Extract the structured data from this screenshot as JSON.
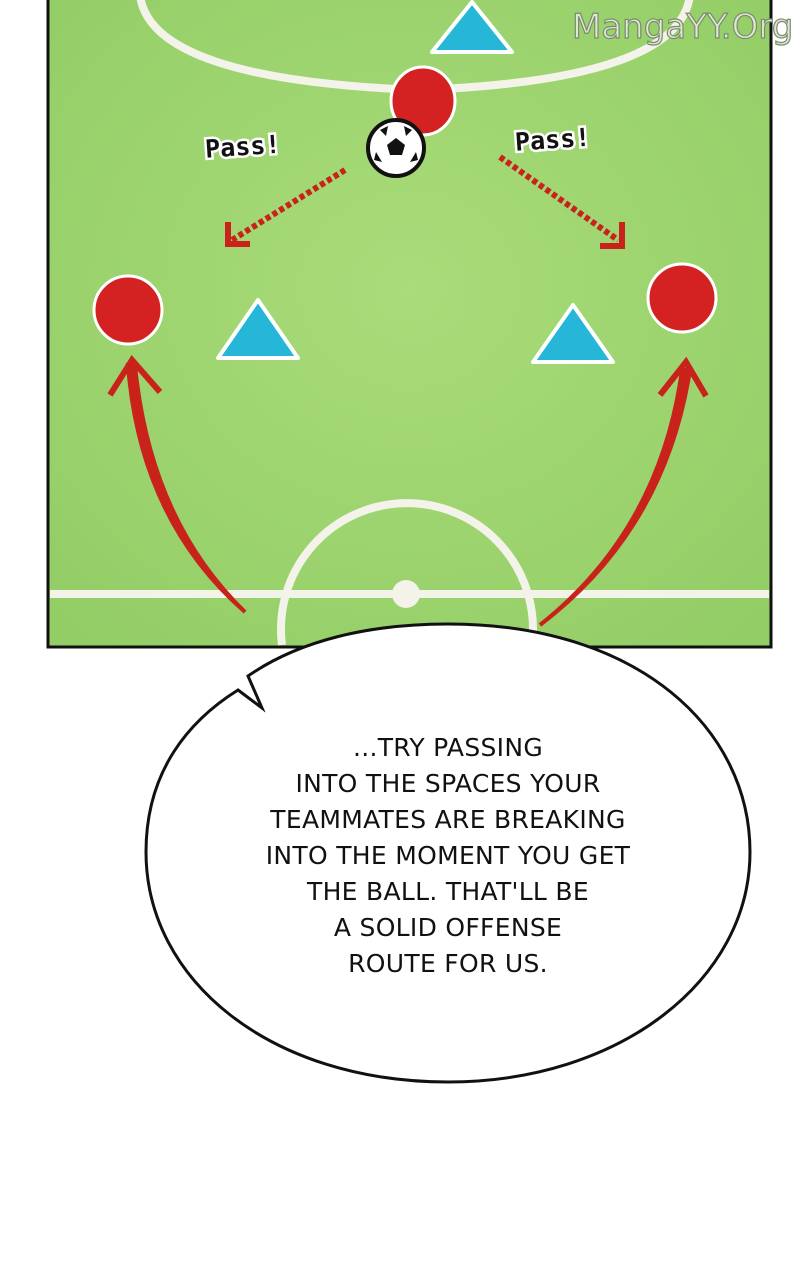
{
  "watermark": "MangaYY.Org",
  "diagram": {
    "left_label": "Pass!",
    "right_label": "Pass!"
  },
  "dialogue": {
    "lines": [
      "...TRY PASSING",
      "INTO THE SPACES YOUR",
      "TEAMMATES ARE BREAKING",
      "INTO THE MOMENT YOU GET",
      "THE BALL. THAT'LL BE",
      "A SOLID OFFENSE",
      "ROUTE FOR US."
    ]
  },
  "colors": {
    "field": "#9ed36e",
    "player_red": "#d42222",
    "opponent_blue": "#25b6d8",
    "arrow_red": "#c8221b"
  }
}
